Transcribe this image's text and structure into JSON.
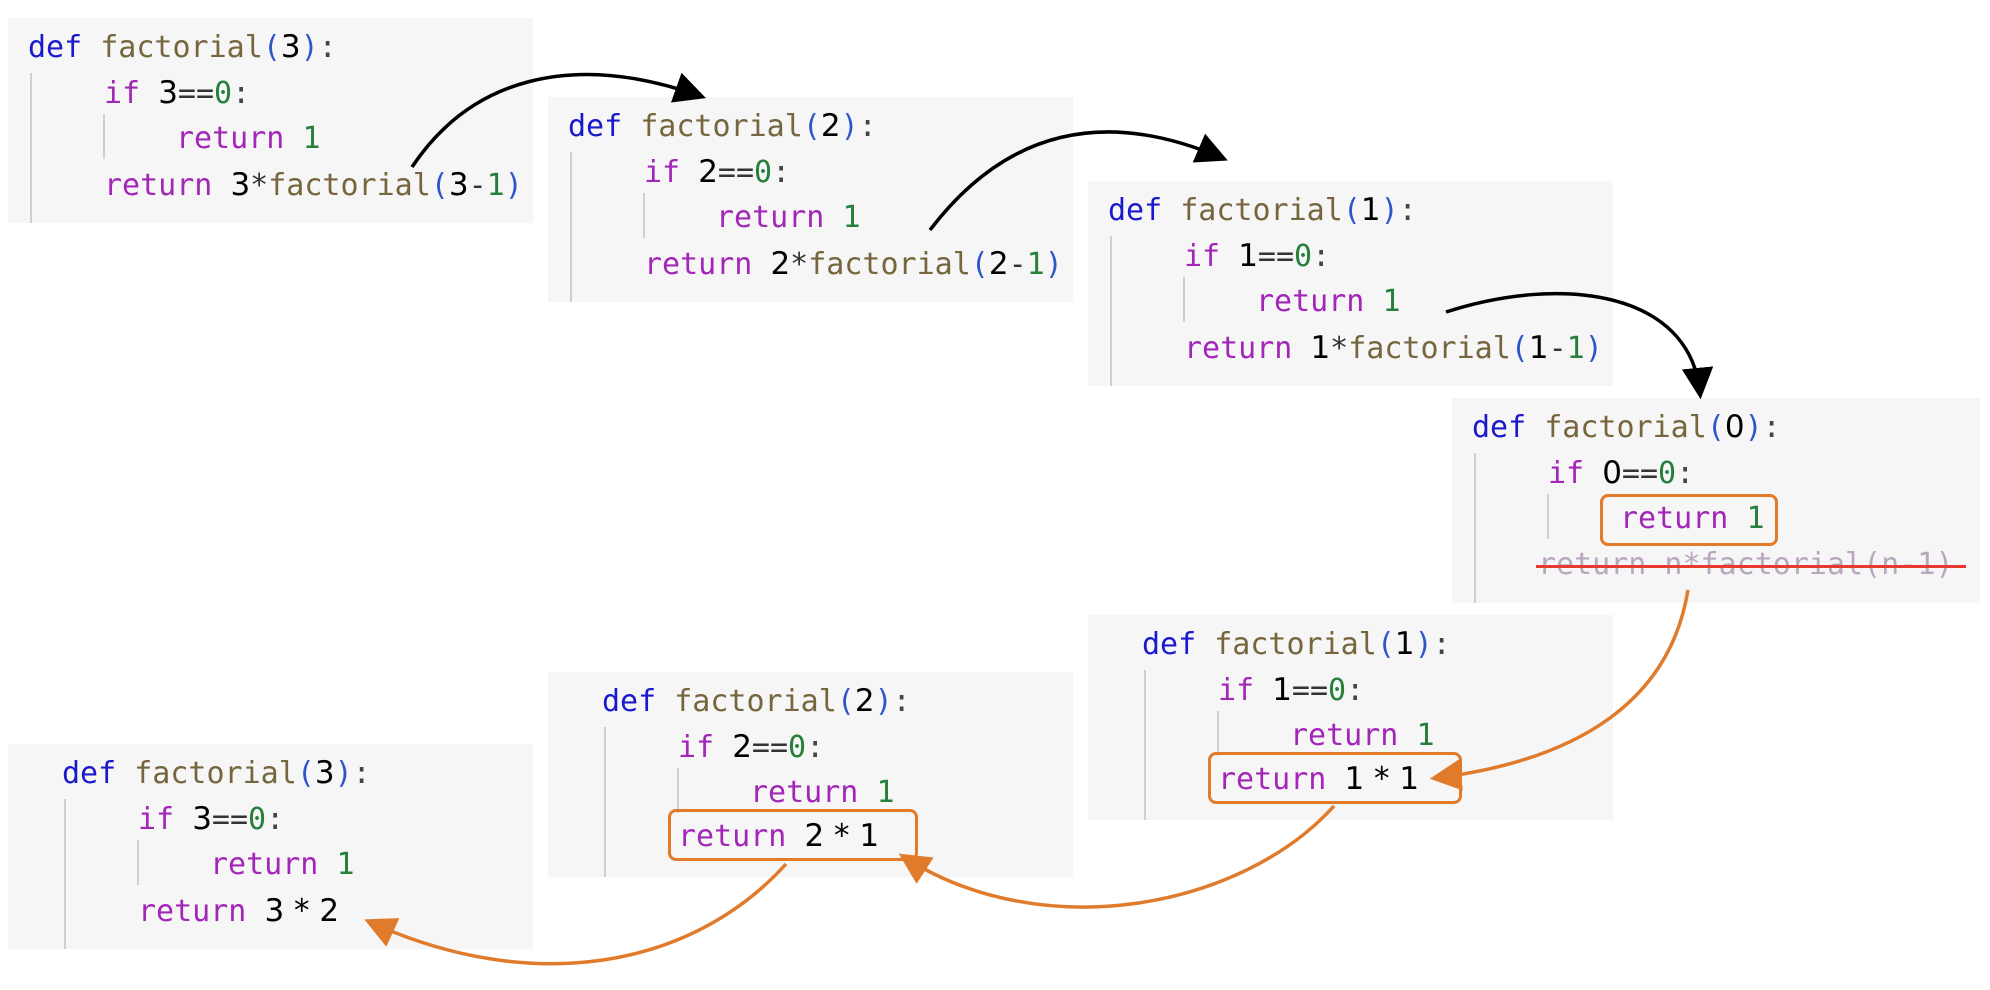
{
  "tokens": {
    "def": "def",
    "fn": "factorial",
    "open": "(",
    "close": ")",
    "colon": ":",
    "if": "if",
    "eqeq": "==",
    "zero": "0",
    "return": "return",
    "one": "1",
    "star": "*",
    "minus": "-",
    "n": "n",
    "spaced_star": " * "
  },
  "calls": [
    {
      "arg": "3",
      "minus_one": "3-1"
    },
    {
      "arg": "2",
      "minus_one": "2-1"
    },
    {
      "arg": "1",
      "minus_one": "1-1"
    },
    {
      "arg": "0"
    }
  ],
  "returns": [
    {
      "arg": "1",
      "result": "1 * 1"
    },
    {
      "arg": "2",
      "result": "2 * 1"
    },
    {
      "arg": "3",
      "result": "3 * 2"
    }
  ],
  "base_case": {
    "highlight": "return 1",
    "struck": "return n*factorial(n-1)"
  },
  "colors": {
    "call_arrow": "#000000",
    "return_arrow": "#e07b2c",
    "highlight_box": "#e07b2c",
    "strike": "#e8392f",
    "keyword_def": "#1a1acc",
    "keyword": "#a226b7",
    "function": "#76663d",
    "number": "#267f3a"
  }
}
